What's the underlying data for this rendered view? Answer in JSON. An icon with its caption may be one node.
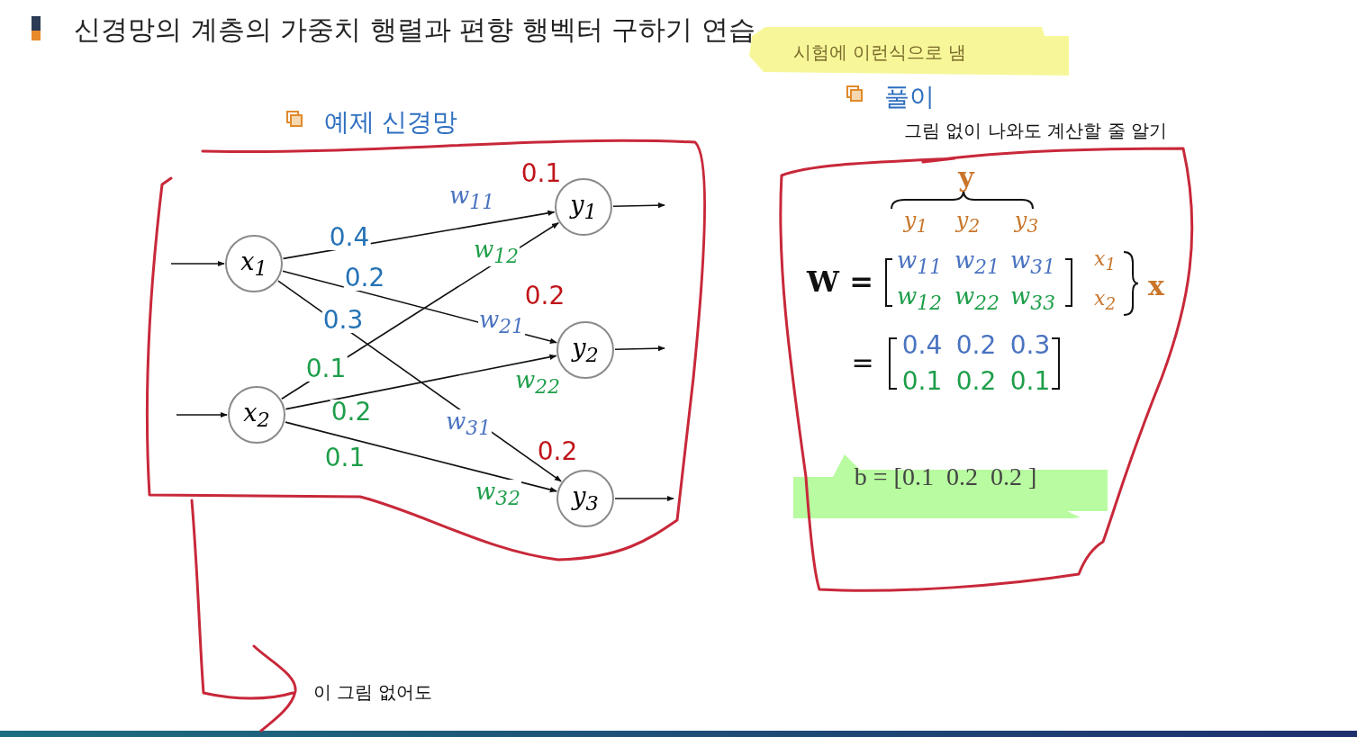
{
  "diagram": {
    "title": "신경망의 계층의 가중치 행렬과 편향 행벡터 구하기 연습",
    "nodes": [
      {
        "text": [
          "x$_{1}$"
        ]
      },
      {
        "text": [
          "x$_{2}$"
        ]
      },
      {
        "text": [
          "y$_{1}$"
        ],
        "beside": [
          "0.1"
        ]
      },
      {
        "text": [
          "y$_{2}$"
        ],
        "beside": [
          "0.2"
        ]
      },
      {
        "text": [
          "y$_{3}$"
        ],
        "beside": [
          "0.2"
        ]
      }
    ],
    "edges": [
      {
        "from": null,
        "to": 0,
        "arrow": "to"
      },
      {
        "from": null,
        "to": 1,
        "arrow": "to"
      },
      {
        "from": 0,
        "to": 2,
        "arrow": "to",
        "label": "0.4"
      },
      {
        "from": 0,
        "to": 3,
        "arrow": "to",
        "label": "0.2"
      },
      {
        "from": 0,
        "to": 4,
        "arrow": "to",
        "label": "0.3"
      },
      {
        "from": 1,
        "to": 2,
        "arrow": "to",
        "label": "0.1"
      },
      {
        "from": 1,
        "to": 3,
        "arrow": "to",
        "label": "0.2"
      },
      {
        "from": 1,
        "to": 4,
        "arrow": "to",
        "label": "0.1"
      },
      {
        "from": 2,
        "to": null,
        "arrow": "to"
      },
      {
        "from": 3,
        "to": null,
        "arrow": "to"
      },
      {
        "from": 4,
        "to": null,
        "arrow": "to"
      }
    ],
    "labels": [
      "시험에 이런식으로 냄",
      "풀이",
      "예제 신경망",
      "그림 없이 나와도 계산할 줄 알기",
      "w$_{11}$",
      "w$_{12}$",
      "w$_{21}$",
      "w$_{22}$",
      "w$_{31}$",
      "w$_{32}$",
      "y",
      "y$_{1}$",
      "y$_{2}$",
      "y$_{3}$",
      "W =",
      "w$_{11}$",
      "w$_{21}$",
      "w$_{31}$",
      "x$_{1}$",
      "w$_{12}$",
      "w$_{22}$",
      "w$_{33}$",
      "x$_{2}$",
      "x",
      "=",
      "0.4",
      "0.2",
      "0.3",
      "0.1",
      "0.2",
      "0.1",
      "b = [0.1  0.2  0.2 ]",
      "이 그림 없어도"
    ]
  }
}
